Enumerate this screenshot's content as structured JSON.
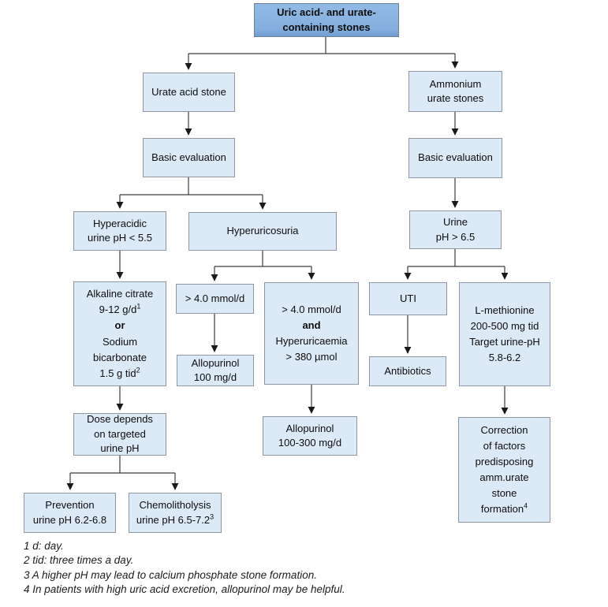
{
  "diagram_title": "Uric acid- and urate-containing stones",
  "colors": {
    "root_fill": "#86b1df",
    "root_border": "#6d7f92",
    "node_fill": "#dce9f7",
    "node_border": "#8f98a2",
    "connector_line": "#3c3c3c",
    "arrowhead": "#1a1a1a",
    "background": "#ffffff"
  },
  "nodes": {
    "root": {
      "lines": [
        "Uric acid- and urate-",
        "containing stones"
      ]
    },
    "urate_acid_stone": {
      "lines": [
        "Urate acid stone"
      ]
    },
    "ammonium_urate_stones": {
      "lines": [
        "Ammonium",
        "urate stones"
      ]
    },
    "basic_evaluation_left": {
      "lines": [
        "Basic evaluation"
      ]
    },
    "basic_evaluation_right": {
      "lines": [
        "Basic evaluation"
      ]
    },
    "hyperacidic": {
      "lines": [
        "Hyperacidic",
        "urine pH < 5.5"
      ]
    },
    "hyperuricosuria": {
      "lines": [
        "Hyperuricosuria"
      ]
    },
    "urine_ph": {
      "lines": [
        "Urine",
        "pH > 6.5"
      ]
    },
    "alkaline_citrate": {
      "line1": "Alkaline citrate",
      "line2": "9-12 g/d",
      "sup2": "1",
      "line3": "or",
      "line4": "Sodium",
      "line5": "bicarbonate",
      "line6": "1.5 g tid",
      "sup6": "2"
    },
    "gt40": {
      "lines": [
        "> 4.0 mmol/d"
      ]
    },
    "gt40_and_hyperuricaemia": {
      "line1": "> 4.0 mmol/d",
      "line2": "and",
      "line3": "Hyperuricaemia",
      "line4": "> 380 µmol"
    },
    "uti": {
      "lines": [
        "UTI"
      ]
    },
    "l_methionine": {
      "lines": [
        "L-methionine",
        "200-500 mg tid",
        "Target urine-pH",
        "5.8-6.2"
      ]
    },
    "allopurinol_100": {
      "lines": [
        "Allopurinol",
        "100 mg/d"
      ]
    },
    "antibiotics": {
      "lines": [
        "Antibiotics"
      ]
    },
    "dose_depends": {
      "lines": [
        "Dose depends",
        "on targeted",
        "urine pH"
      ]
    },
    "allopurinol_100_300": {
      "lines": [
        "Allopurinol",
        "100-300 mg/d"
      ]
    },
    "correction": {
      "lines": [
        "Correction",
        "of factors",
        "predisposing",
        "amm.urate",
        "stone"
      ],
      "last_line": "formation",
      "sup": "4"
    },
    "prevention": {
      "line1": "Prevention",
      "line2": "urine pH 6.2-6.8"
    },
    "chemolitholysis": {
      "line1": "Chemolitholysis",
      "line2": "urine pH 6.5-7.2",
      "sup": "3"
    }
  },
  "edges": [
    [
      "root",
      "urate_acid_stone"
    ],
    [
      "root",
      "ammonium_urate_stones"
    ],
    [
      "urate_acid_stone",
      "basic_evaluation_left"
    ],
    [
      "ammonium_urate_stones",
      "basic_evaluation_right"
    ],
    [
      "basic_evaluation_left",
      "hyperacidic"
    ],
    [
      "basic_evaluation_left",
      "hyperuricosuria"
    ],
    [
      "basic_evaluation_right",
      "urine_ph"
    ],
    [
      "hyperacidic",
      "alkaline_citrate"
    ],
    [
      "hyperuricosuria",
      "gt40"
    ],
    [
      "hyperuricosuria",
      "gt40_and_hyperuricaemia"
    ],
    [
      "urine_ph",
      "uti"
    ],
    [
      "urine_ph",
      "l_methionine"
    ],
    [
      "gt40",
      "allopurinol_100"
    ],
    [
      "gt40_and_hyperuricaemia",
      "allopurinol_100_300"
    ],
    [
      "uti",
      "antibiotics"
    ],
    [
      "l_methionine",
      "correction"
    ],
    [
      "alkaline_citrate",
      "dose_depends"
    ],
    [
      "dose_depends",
      "prevention"
    ],
    [
      "dose_depends",
      "chemolitholysis"
    ]
  ],
  "footnotes": [
    "1 d: day.",
    "2 tid: three times a day.",
    "3 A higher pH may lead to calcium phosphate stone formation.",
    "4 In patients with high uric acid excretion, allopurinol may be helpful."
  ]
}
